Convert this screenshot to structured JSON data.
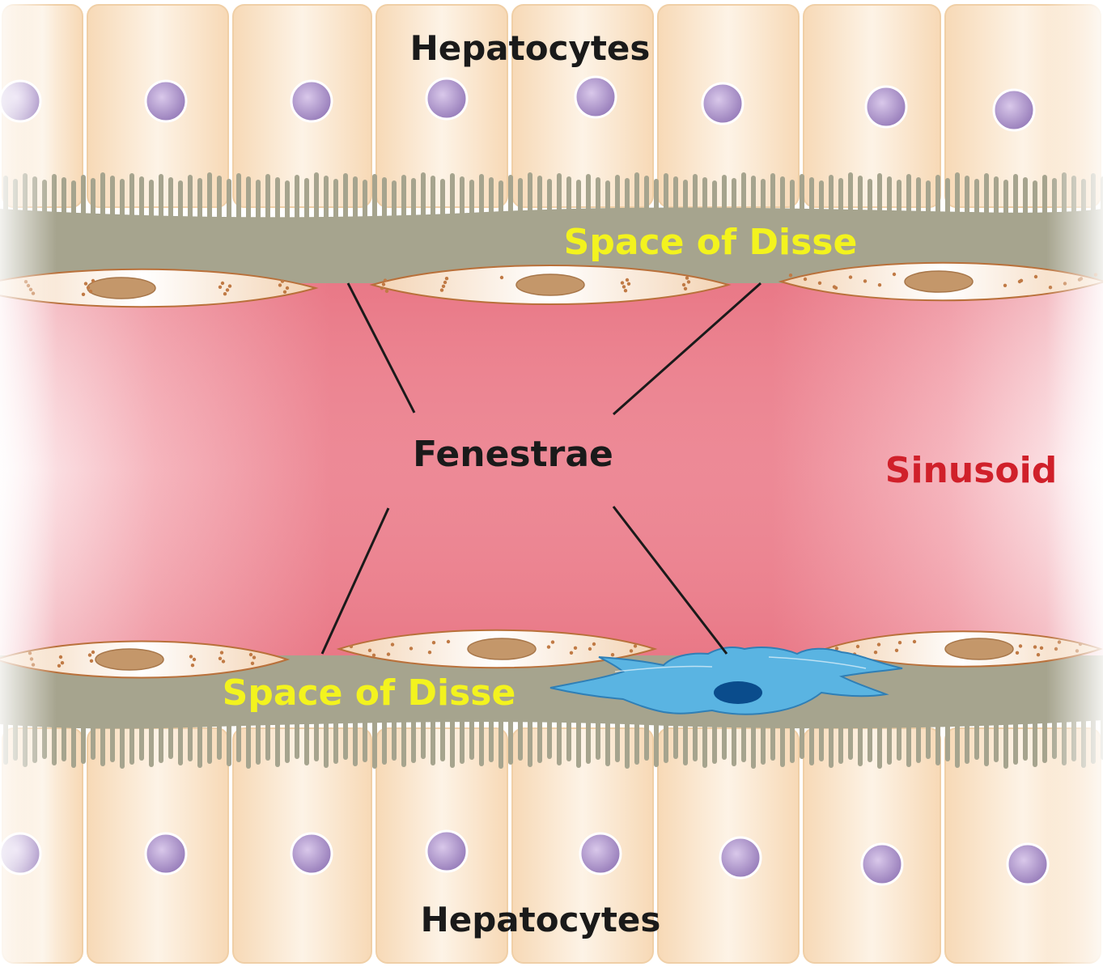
{
  "labels": {
    "hepatocytes_top": "Hepatocytes",
    "hepatocytes_bottom": "Hepatocytes",
    "space_of_disse_top": "Space of Disse",
    "space_of_disse_bottom": "Space of Disse",
    "fenestrae": "Fenestrae",
    "sinusoid": "Sinusoid"
  },
  "colors": {
    "hepatocyte_fill": "#fbe4c8",
    "hepatocyte_border": "#f0cfa6",
    "nucleus": "#a98fc6",
    "space_of_disse": "#a6a48e",
    "microvilli": "#a6a48e",
    "sinusoid": "#e8707f",
    "endothelial_border": "#b9703a",
    "endothelial_nucleus": "#c4976a",
    "stellate_cell": "#4aa8d8",
    "stellate_nucleus": "#0a4c8c",
    "disse_label": "#f3f31e",
    "sinusoid_label": "#d0202a",
    "text": "#1a1a1a"
  },
  "icons": {
    "stellate_cell": "stellate-cell-icon"
  }
}
